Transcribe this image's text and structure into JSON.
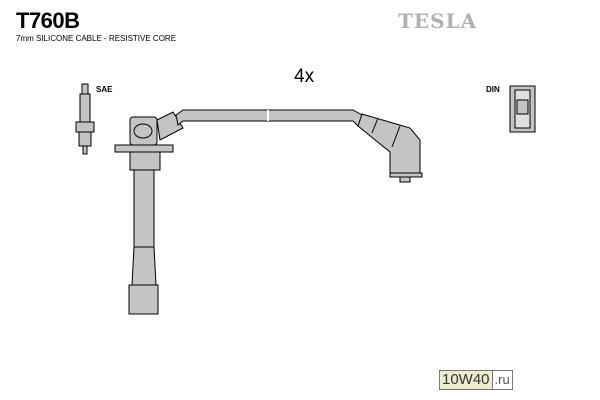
{
  "header": {
    "part_number": "T760B",
    "description": "7mm SILICONE CABLE - RESISTIVE CORE",
    "brand": "TESLA"
  },
  "diagram": {
    "quantity": "4x",
    "left_label": "SAE",
    "right_label": "DIN"
  },
  "watermark": {
    "main": "10W40",
    "suffix": ".ru"
  },
  "colors": {
    "part_fill": "#c4c4c4",
    "outline": "#000000",
    "brand": "#b0b0b0"
  }
}
